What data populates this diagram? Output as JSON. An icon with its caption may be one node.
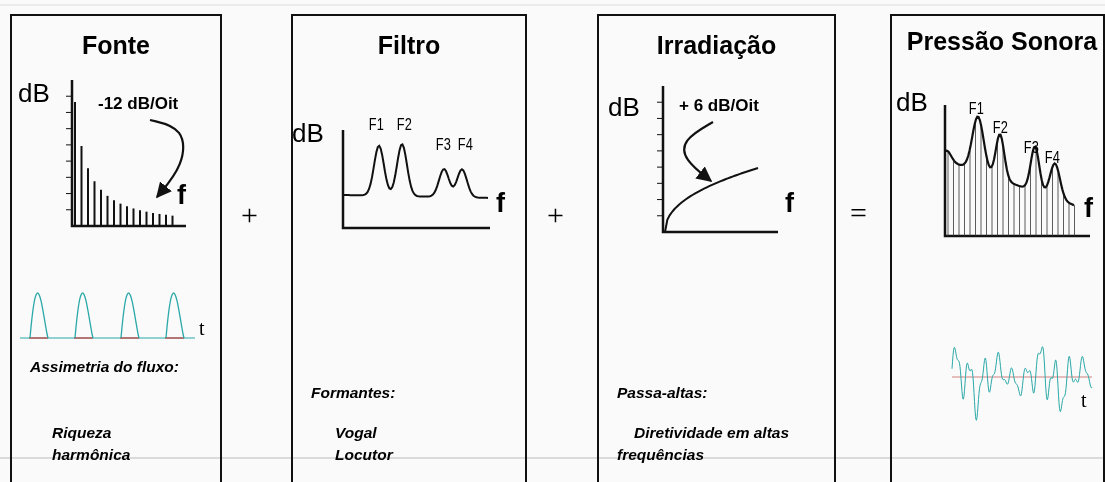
{
  "diagram": {
    "nodes": [
      {
        "text": [
          "Fonte",
          "Assimetria do fluxo:",
          "Riqueza harmônica"
        ]
      },
      {
        "text": [
          "Filtro",
          "Formantes:",
          "Vogal Locutor"
        ]
      },
      {
        "text": [
          "Irradiação",
          "Passa-altas:",
          "Diretividade em altas frequências"
        ]
      },
      {
        "text": [
          "Pressão Sonora"
        ]
      },
      {
        "text": [],
        "shape": "picture",
        "in": 0
      },
      {
        "text": [
          "-12 dB/Oit"
        ],
        "in": 4
      },
      {
        "text": [],
        "shape": "picture",
        "in": 2
      },
      {
        "text": [
          "+ 6 dB/Oit"
        ],
        "in": 6
      }
    ],
    "edges": [
      {
        "from": 5,
        "to": 4,
        "arrow": "to"
      },
      {
        "from": 7,
        "to": 6,
        "arrow": "to"
      }
    ],
    "labels": [
      "dB",
      "f",
      "t",
      "+",
      "dB",
      "F1",
      "F2",
      "F3",
      "F4",
      "f",
      "+",
      "dB",
      "f",
      "=",
      "dB",
      "F1",
      "F2",
      "F3",
      "F4",
      "f",
      "t"
    ]
  }
}
